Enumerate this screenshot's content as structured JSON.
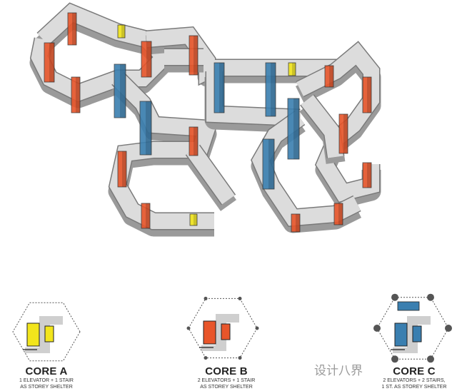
{
  "colors": {
    "orange": "#e8552a",
    "blue": "#3a7fb0",
    "yellow": "#f2e51c",
    "slab": "#dcdcdc",
    "slab_edge": "#7a7a7a"
  },
  "cores": [
    {
      "title": "CORE A",
      "line1": "1 ELEVATOR + 1 STAIR",
      "line2": "AS STOREY SHELTER"
    },
    {
      "title": "CORE B",
      "line1": "2 ELEVATORS + 1 STAIR",
      "line2": "AS STOREY SHELTER"
    },
    {
      "title": "CORE C",
      "line1": "2 ELEVATORS + 2 STAIRS,",
      "line2": "1 ST. AS STOREY SHELTER"
    }
  ],
  "watermark": "设计八界"
}
